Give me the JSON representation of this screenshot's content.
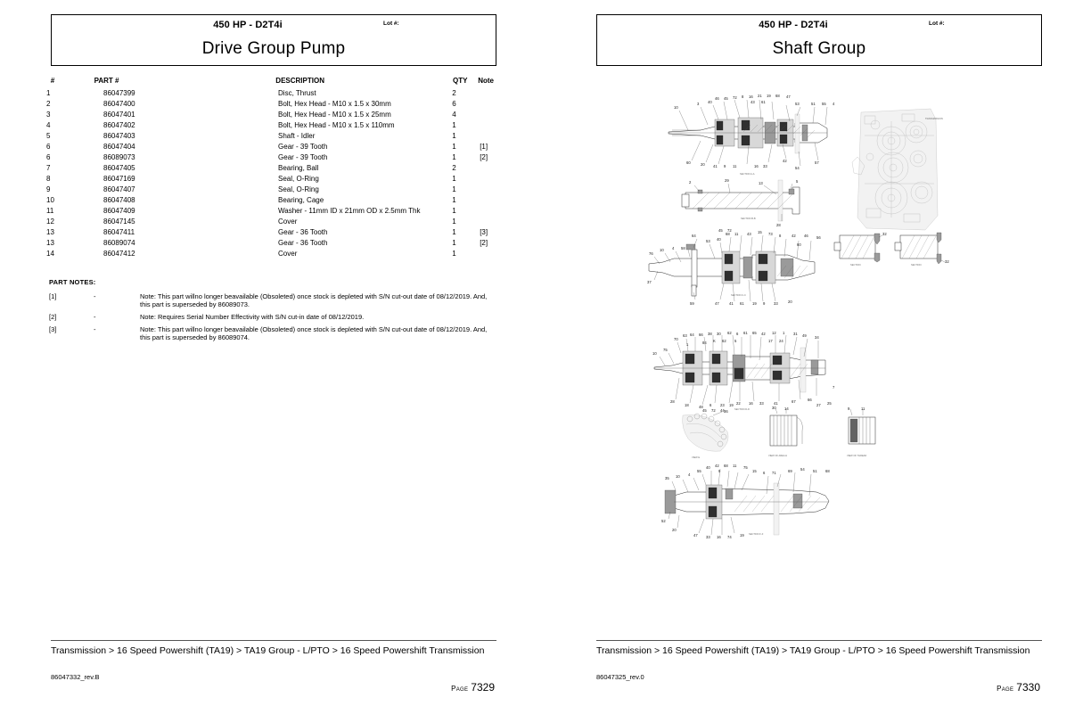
{
  "pages": [
    {
      "model": "450 HP - D2T4i",
      "lot_label": "Lot #:",
      "group_title": "Drive Group Pump",
      "table": {
        "headers": [
          "#",
          "PART #",
          "DESCRIPTION",
          "QTY",
          "Note"
        ],
        "rows": [
          {
            "num": "1",
            "part": "86047399",
            "desc": "Disc, Thrust",
            "qty": "2",
            "note": ""
          },
          {
            "num": "2",
            "part": "86047400",
            "desc": "Bolt, Hex Head - M10 x 1.5 x 30mm",
            "qty": "6",
            "note": ""
          },
          {
            "num": "3",
            "part": "86047401",
            "desc": "Bolt, Hex Head - M10 x 1.5 x 25mm",
            "qty": "4",
            "note": ""
          },
          {
            "num": "4",
            "part": "86047402",
            "desc": "Bolt, Hex Head - M10 x 1.5 x 110mm",
            "qty": "1",
            "note": ""
          },
          {
            "num": "5",
            "part": "86047403",
            "desc": "Shaft - Idler",
            "qty": "1",
            "note": ""
          },
          {
            "num": "6",
            "part": "86047404",
            "desc": "Gear - 39 Tooth",
            "qty": "1",
            "note": "[1]"
          },
          {
            "num": "6",
            "part": "86089073",
            "desc": "Gear - 39 Tooth",
            "qty": "1",
            "note": "[2]"
          },
          {
            "num": "7",
            "part": "86047405",
            "desc": "Bearing, Ball",
            "qty": "2",
            "note": ""
          },
          {
            "num": "8",
            "part": "86047169",
            "desc": "Seal, O-Ring",
            "qty": "1",
            "note": ""
          },
          {
            "num": "9",
            "part": "86047407",
            "desc": "Seal, O-Ring",
            "qty": "1",
            "note": ""
          },
          {
            "num": "10",
            "part": "86047408",
            "desc": "Bearing, Cage",
            "qty": "1",
            "note": ""
          },
          {
            "num": "11",
            "part": "86047409",
            "desc": "Washer - 11mm ID x 21mm OD x 2.5mm Thk",
            "qty": "1",
            "note": ""
          },
          {
            "num": "12",
            "part": "86047145",
            "desc": "Cover",
            "qty": "1",
            "note": ""
          },
          {
            "num": "13",
            "part": "86047411",
            "desc": "Gear - 36 Tooth",
            "qty": "1",
            "note": "[3]"
          },
          {
            "num": "13",
            "part": "86089074",
            "desc": "Gear - 36 Tooth",
            "qty": "1",
            "note": "[2]"
          },
          {
            "num": "14",
            "part": "86047412",
            "desc": "Cover",
            "qty": "1",
            "note": ""
          }
        ]
      },
      "notes": {
        "heading": "PART NOTES:",
        "items": [
          {
            "ref": "[1]",
            "dash": "-",
            "text": "Note: This part willno longer beavailable (Obsoleted) once stock is depleted with S/N cut-out date of 08/12/2019. And, this part is superseded by 86089073."
          },
          {
            "ref": "[2]",
            "dash": "-",
            "text": "Note: Requires Serial Number Effectivity with S/N cut-in date of 08/12/2019."
          },
          {
            "ref": "[3]",
            "dash": "-",
            "text": "Note: This part willno longer beavailable (Obsoleted) once stock is depleted with S/N cut-out date of 08/12/2019. And, this part is superseded by 86089074."
          }
        ]
      },
      "footer": {
        "breadcrumb": "Transmission > 16 Speed Powershift (TA19) > TA19 Group - L/PTO > 16 Speed Powershift Transmission",
        "doc_id": "86047332_rev.B",
        "page_word": "Page",
        "page_value": "7329"
      }
    },
    {
      "model": "450 HP - D2T4i",
      "lot_label": "Lot #:",
      "group_title": "Shaft Group",
      "footer": {
        "breadcrumb": "Transmission > 16 Speed Powershift (TA19) > TA19 Group - L/PTO > 16 Speed Powershift Transmission",
        "doc_id": "86047325_rev.0",
        "page_word": "Page",
        "page_value": "7330"
      }
    }
  ],
  "diagrams": {
    "fig1": {
      "caption": "SECTION A-A",
      "callouts_top": [
        "10",
        "3",
        "40",
        "46",
        "45",
        "72",
        "8",
        "16",
        "21",
        "19",
        "68",
        "47",
        "43",
        "61",
        "53",
        "51",
        "55",
        "4"
      ],
      "callouts_bottom": [
        "60",
        "20",
        "41",
        "9",
        "11",
        "16",
        "33",
        "42",
        "54",
        "57"
      ]
    },
    "fig2": {
      "caption": "SECTION B-B",
      "callouts": [
        "2",
        "29",
        "13",
        "5",
        "28"
      ]
    },
    "fig3": {
      "caption": "SECTION C-C",
      "callouts_top": [
        "76",
        "10",
        "4",
        "58",
        "64",
        "53",
        "40",
        "68",
        "11",
        "45",
        "72",
        "43",
        "15",
        "73",
        "8",
        "42",
        "46",
        "60",
        "56",
        "26"
      ],
      "callouts_bottom": [
        "37",
        "59",
        "47",
        "41",
        "61",
        "19",
        "9",
        "33",
        "18",
        "20"
      ]
    },
    "fig4": {
      "caption": "SECTION D-D",
      "callouts_top": [
        "70",
        "63",
        "64",
        "66",
        "38",
        "30",
        "62",
        "6",
        "61",
        "65",
        "42",
        "12",
        "1",
        "31",
        "49",
        "24",
        "17",
        "34",
        "10",
        "75",
        "1",
        "84",
        "K",
        "62",
        "5"
      ],
      "callouts_bottom": [
        "37",
        "28",
        "18",
        "48",
        "6",
        "23",
        "19",
        "45",
        "72",
        "44",
        "22",
        "16",
        "33",
        "41",
        "67",
        "66",
        "27",
        "25",
        "7"
      ]
    },
    "fig5": {
      "caption": "VIEW E",
      "callouts": [
        "36"
      ]
    },
    "fig6": {
      "caption": "VIEW OF AREA H",
      "callouts": [
        "30",
        "14"
      ]
    },
    "fig7": {
      "caption": "VIEW OF THREAD",
      "callouts": [
        "9",
        "11"
      ]
    },
    "fig8": {
      "caption": "SECTION F-F",
      "callouts_top": [
        "42",
        "68",
        "11",
        "75",
        "55",
        "40",
        "9",
        "15",
        "10",
        "4",
        "6",
        "71",
        "69",
        "54",
        "51",
        "68"
      ],
      "callouts_bottom": [
        "35",
        "52",
        "20",
        "47",
        "33",
        "16",
        "74",
        "19"
      ]
    },
    "fig9": {
      "caption": "END VIEW",
      "callouts": [
        "32"
      ]
    },
    "fig10": {
      "caption": "SECTION G-G",
      "callouts": [
        "32"
      ]
    },
    "fig11": {
      "caption": "SECTION H-H",
      "callouts": [
        "32"
      ]
    },
    "fig12": {
      "caption": "ASSEMBLY VIEW",
      "callouts": [
        "TRANSMISSION"
      ]
    }
  }
}
